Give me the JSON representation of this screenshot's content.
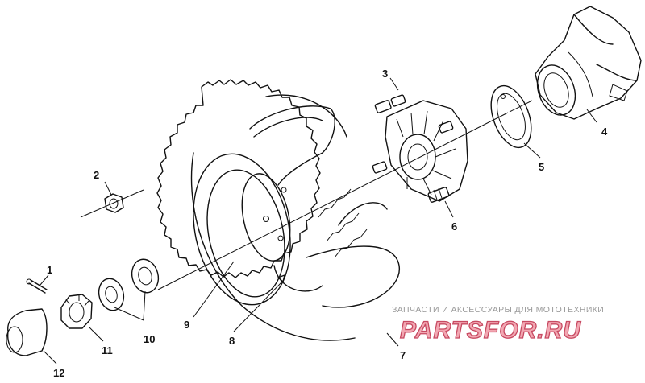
{
  "diagram": {
    "callouts": [
      {
        "id": "1",
        "label": "1"
      },
      {
        "id": "2",
        "label": "2"
      },
      {
        "id": "3",
        "label": "3"
      },
      {
        "id": "4",
        "label": "4"
      },
      {
        "id": "5",
        "label": "5"
      },
      {
        "id": "6",
        "label": "6"
      },
      {
        "id": "7",
        "label": "7"
      },
      {
        "id": "8",
        "label": "8"
      },
      {
        "id": "9",
        "label": "9"
      },
      {
        "id": "10",
        "label": "10"
      },
      {
        "id": "11",
        "label": "11"
      },
      {
        "id": "12",
        "label": "12"
      }
    ]
  },
  "watermark": {
    "tagline": "ЗАПЧАСТИ И АКСЕССУАРЫ ДЛЯ МОТОТЕХНИКИ",
    "brand": "PARTSFOR.RU"
  }
}
